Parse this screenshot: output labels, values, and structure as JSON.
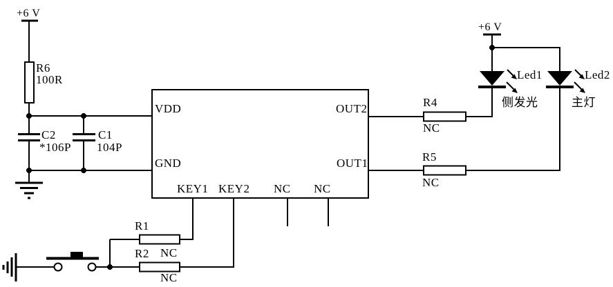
{
  "colors": {
    "background": "#ffffff",
    "line": "#000000",
    "text": "#000000"
  },
  "power": {
    "left_label": "+6 V",
    "right_label": "+6 V"
  },
  "ic": {
    "pins": {
      "vdd": "VDD",
      "gnd": "GND",
      "out2": "OUT2",
      "out1": "OUT1",
      "key1": "KEY1",
      "key2": "KEY2",
      "nc_a": "NC",
      "nc_b": "NC"
    }
  },
  "components": {
    "r6": {
      "ref": "R6",
      "value": "100R"
    },
    "c2": {
      "ref": "C2",
      "value": "*106P"
    },
    "c1": {
      "ref": "C1",
      "value": "104P"
    },
    "r1": {
      "ref": "R1",
      "value": "NC"
    },
    "r2": {
      "ref": "R2",
      "value": "NC"
    },
    "r4": {
      "ref": "R4",
      "value": "NC"
    },
    "r5": {
      "ref": "R5",
      "value": "NC"
    },
    "led1": {
      "ref": "Led1",
      "note": "侧发光"
    },
    "led2": {
      "ref": "Led2",
      "note": "主灯"
    }
  }
}
